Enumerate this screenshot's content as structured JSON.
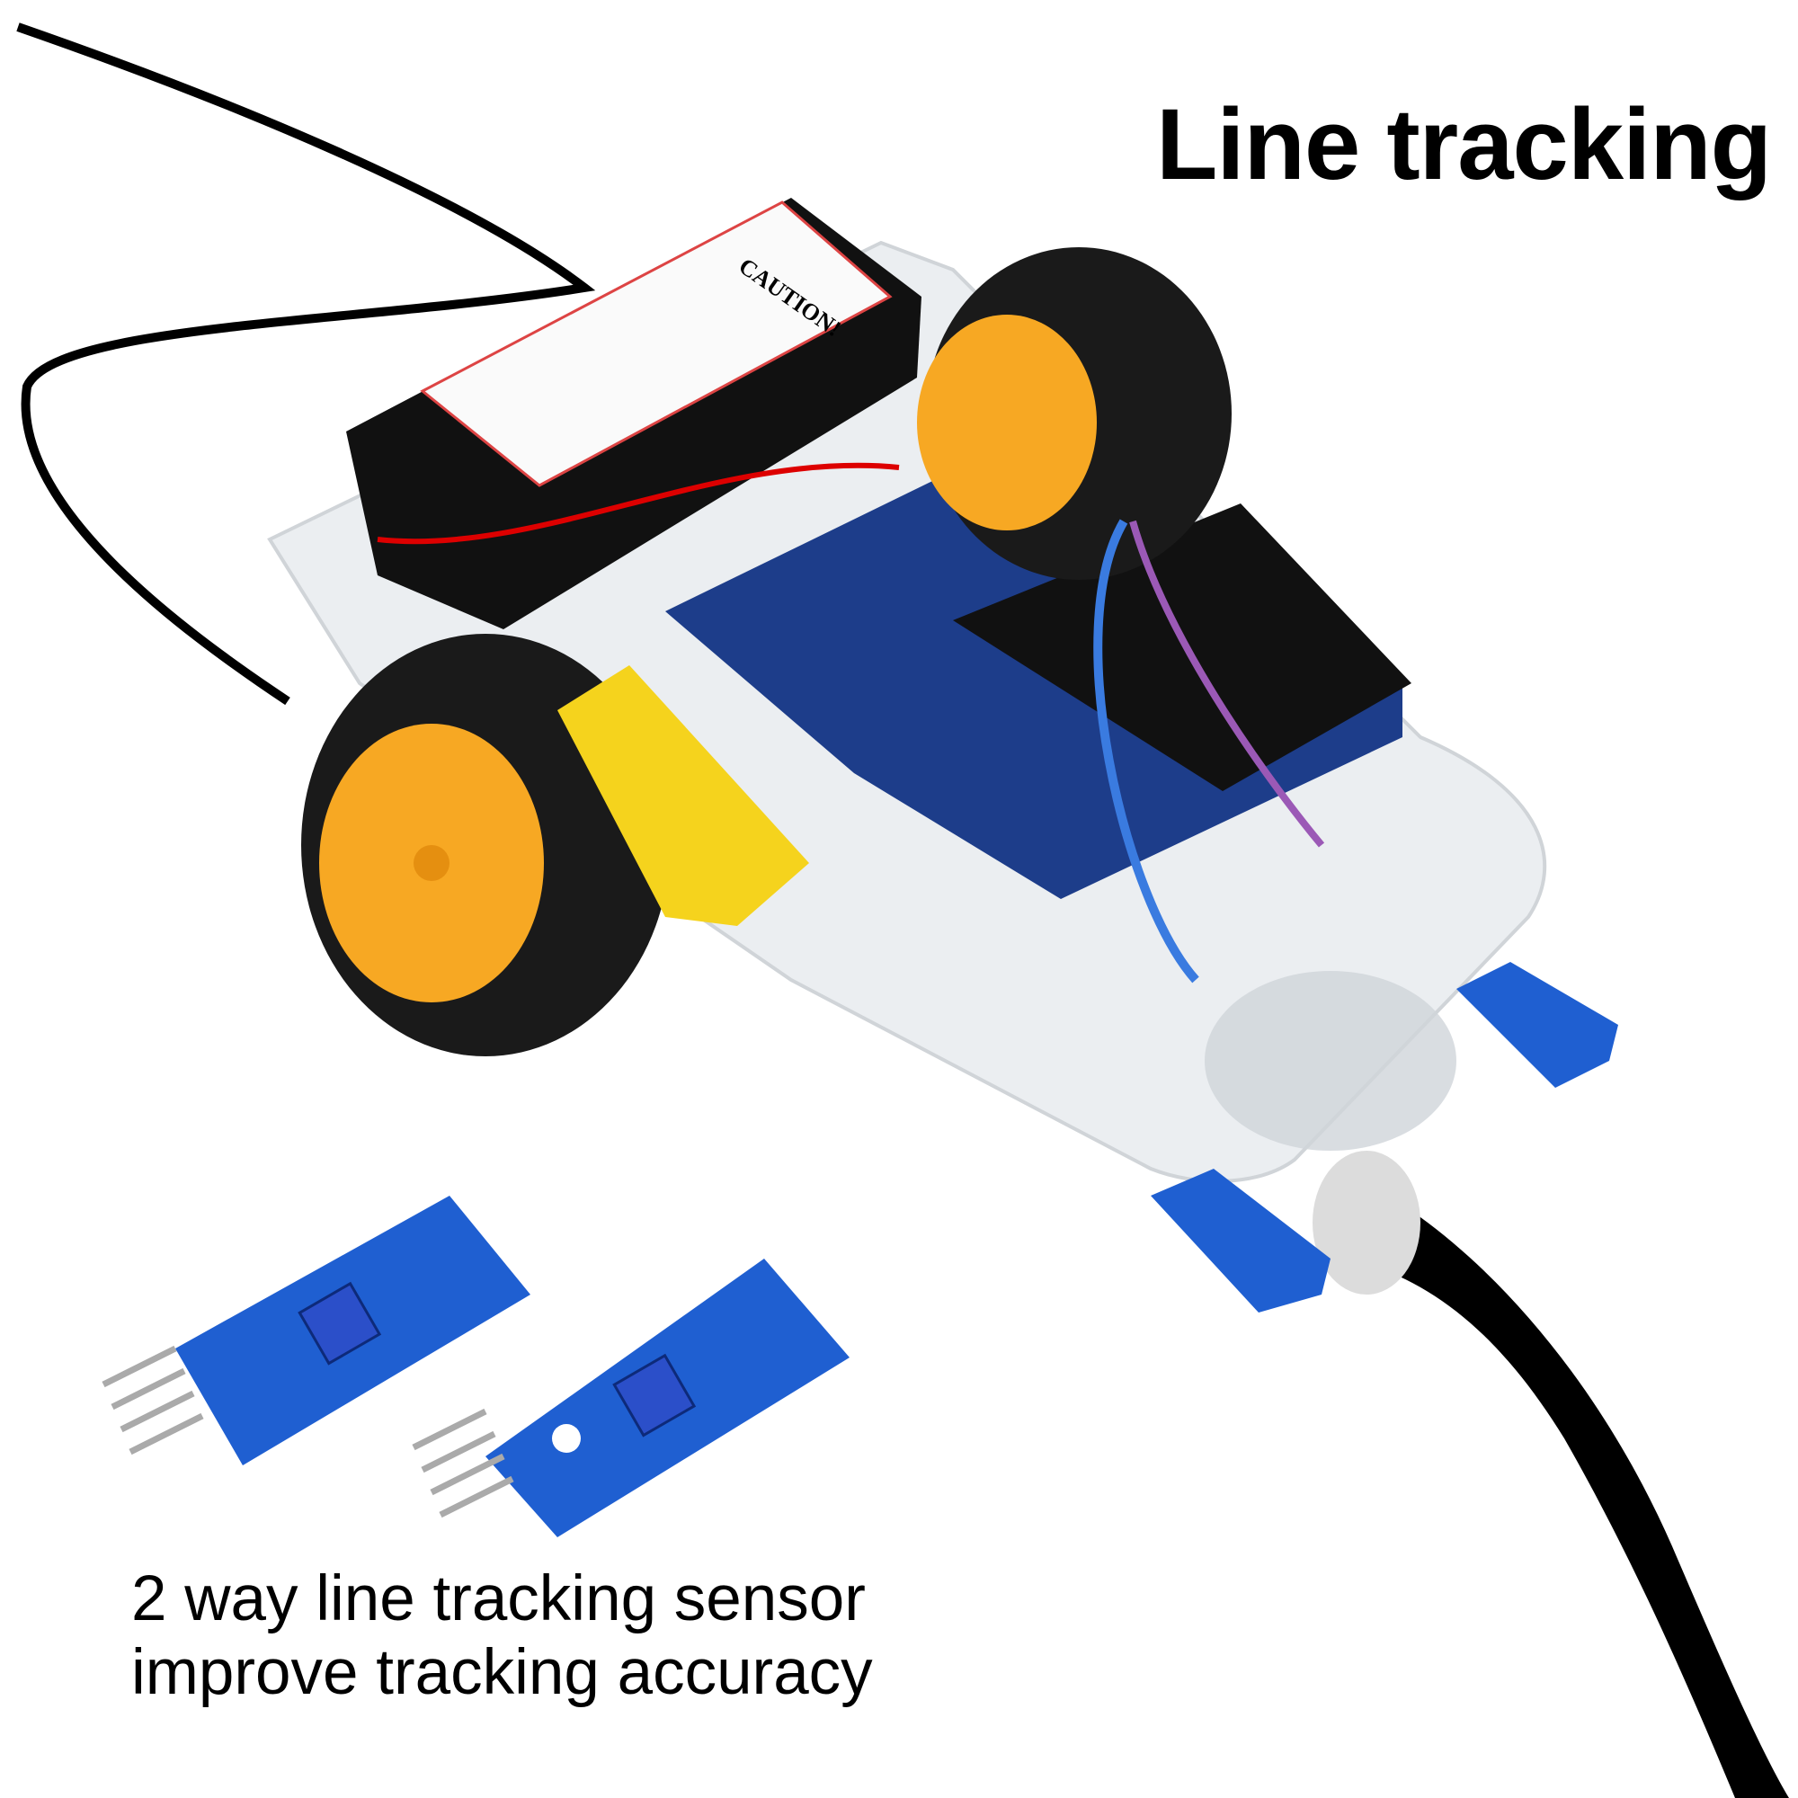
{
  "title": "Line tracking",
  "caption": {
    "line1": "2 way line tracking sensor",
    "line2": "improve tracking accuracy"
  },
  "battery_label": "CAUTION!",
  "colors": {
    "track": "#000000",
    "wheel_hub": "#f7a823",
    "tire": "#1a1a1a",
    "sensor_board": "#1f5fd1",
    "motor": "#f5d31d",
    "acrylic": "#e8ecef"
  }
}
